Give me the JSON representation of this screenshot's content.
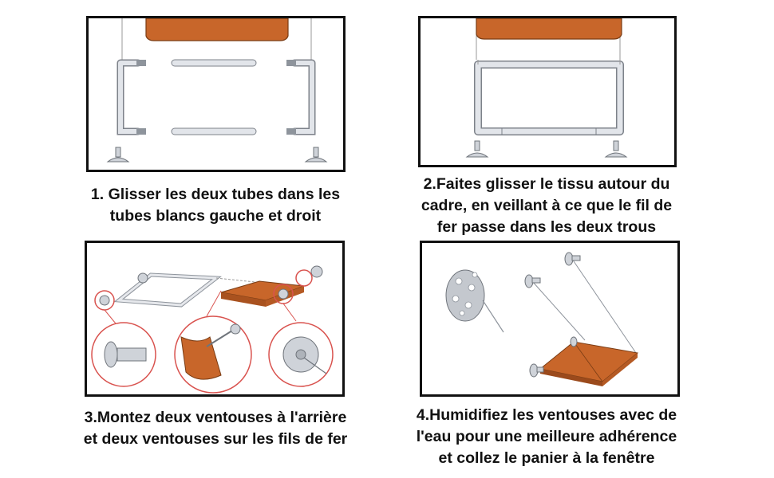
{
  "steps": [
    {
      "lines": [
        "1. Glisser les deux tubes dans les",
        "tubes blancs gauche et droit"
      ]
    },
    {
      "lines": [
        "2.Faites glisser le tissu autour du",
        "cadre, en veillant à ce que le fil de",
        "fer passe dans les deux trous"
      ]
    },
    {
      "lines": [
        "3.Montez deux ventouses à l'arrière",
        "et deux ventouses sur les fils de fer"
      ]
    },
    {
      "lines": [
        "4.Humidifiez les ventouses avec de",
        "l'eau pour une meilleure adhérence",
        "et collez le panier à la fenêtre"
      ]
    }
  ],
  "colors": {
    "fabric": "#c8662a",
    "tube": "#d6d9df",
    "tube_edge": "#7d828a",
    "callout": "#d9534f",
    "border": "#111111"
  }
}
